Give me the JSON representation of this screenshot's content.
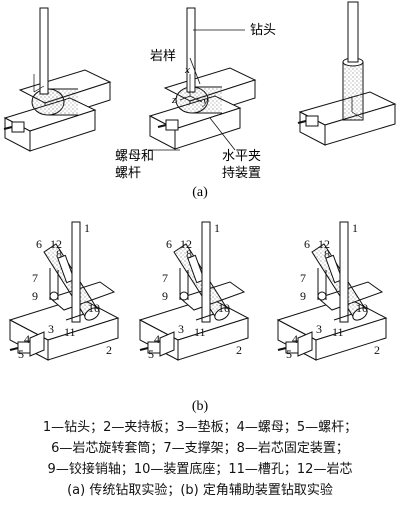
{
  "panel_a": {
    "label": "(a)",
    "callouts": {
      "drill_bit": "钻头",
      "rock_sample": "岩样",
      "nut_screw_line1": "螺母和",
      "nut_screw_line2": "螺杆",
      "clamp_line1": "水平夹",
      "clamp_line2": "持装置"
    },
    "axes": {
      "x": "x",
      "y": "y",
      "z": "z"
    }
  },
  "panel_b": {
    "label": "(b)",
    "numbers": [
      "1",
      "2",
      "3",
      "4",
      "5",
      "6",
      "7",
      "8",
      "9",
      "10",
      "11",
      "12"
    ]
  },
  "legend": {
    "line1": "1—钻头；2—夹持板；3—垫板；4—螺母；5—螺杆；",
    "line2": "6—岩芯旋转套筒；7—支撑架；8—岩芯固定装置；",
    "line3": "9—铰接销轴；10—装置底座；11—槽孔；12—岩芯",
    "line4": "(a) 传统钻取实验；(b) 定角辅助装置钻取实验"
  }
}
